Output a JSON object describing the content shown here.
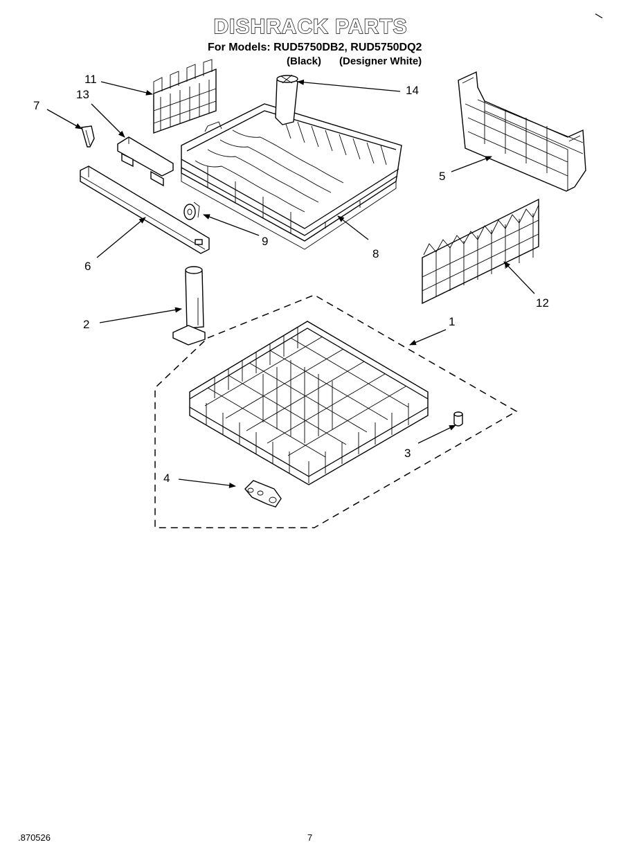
{
  "title": "DISHRACK PARTS",
  "models_line": "For Models: RUD5750DB2, RUD5750DQ2",
  "variant_black": "(Black)",
  "variant_white": "(Designer White)",
  "callouts": {
    "c1": "1",
    "c2": "2",
    "c3": "3",
    "c4": "4",
    "c5": "5",
    "c6": "6",
    "c7": "7",
    "c8": "8",
    "c9": "9",
    "c11": "11",
    "c12": "12",
    "c13": "13",
    "c14": "14"
  },
  "footer_code": ".870526",
  "page_number": "7"
}
